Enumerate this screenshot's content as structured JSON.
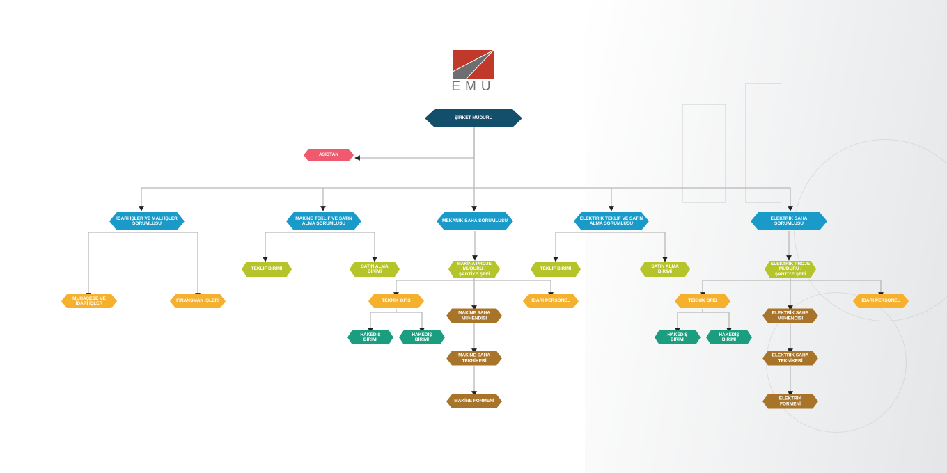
{
  "logo": {
    "text": "EMU",
    "colors": {
      "red": "#c0392b",
      "gray": "#6d6e70"
    }
  },
  "colors": {
    "top": "#134e6b",
    "assistant": "#ef5a6e",
    "manager": "#1a9ac9",
    "unit": "#b5c42a",
    "office": "#f5b02e",
    "field": "#a8742a",
    "hakedis": "#1a9e7f"
  },
  "nodes": {
    "ceo": "ŞİRKET MÜDÜRÜ",
    "assistant": "ASİSTAN",
    "idari_mali": "İDARİ İŞLER VE MALİ İŞLER SORUMLUSU",
    "makine_teklif": "MAKİNE TEKLİF VE SATIN ALMA SORUMLUSU",
    "mekanik_saha": "MEKANİK SAHA SORUMLUSU",
    "elektrik_teklif": "ELEKTİRİK TEKLİF VE SATIN ALMA SORUMLUSU",
    "elektrik_saha": "ELEKTRİK SAHA SORUMLUSU",
    "muhasebe": "MUHASEBE VE İDARİ İŞLER",
    "finansman": "FİNANSMAN İŞLERİ",
    "m_teklif_birimi": "TEKLİF BİRİMİ",
    "m_satin_alma": "SATIN ALMA BİRİMİ",
    "makina_proje": "MAKİNA PROJE MÜDÜRÜ / ŞANTİYE ŞEFİ",
    "e_teklif_birimi": "TEKLİF BİRİMİ",
    "e_satin_alma": "SATIN ALMA BİRİMİ",
    "elektrik_proje": "ELEKTRİK PROJE MÜDÜRÜ / ŞANTİYE ŞEFİ",
    "m_teknik_ofis": "TEKNİK OFİS",
    "m_idari_personel": "İDARİ PERSONEL",
    "m_hakedis_1": "HAKEDİŞ BİRİMİ",
    "m_hakedis_2": "HAKEDİŞ BİRİMİ",
    "makine_muhendis": "MAKİNE SAHA MÜHENDİSİ",
    "makine_tekniker": "MAKİNE SAHA TEKNİKERİ",
    "makine_formen": "MAKİNE FORMENİ",
    "e_teknik_ofis": "TEKNİK OFİS",
    "e_idari_personel": "İDARİ PERSONEL",
    "e_hakedis_1": "HAKEDİŞ BİRİMİ",
    "e_hakedis_2": "HAKEDİŞ BİRİMİ",
    "elektrik_muhendis": "ELEKTRİK SAHA MÜHENDİSİ",
    "elektrik_tekniker": "ELEKTRİK SAHA TEKNİKERİ",
    "elektrik_formen": "ELEKTRİK FORMENİ"
  }
}
